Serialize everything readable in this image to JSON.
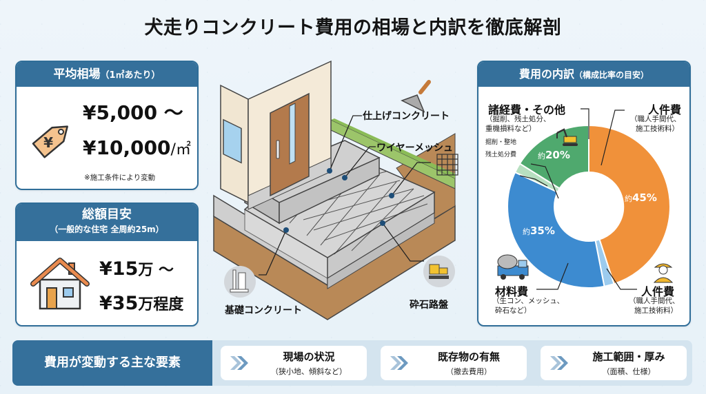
{
  "title": "犬走りコンクリート費用の相場と内訳を徹底解剖",
  "average_card": {
    "heading": "平均相場",
    "heading_note": "（1㎡あたり）",
    "price_from": "¥5,000 ～",
    "price_to": "¥10,000",
    "unit": "/㎡",
    "note": "※施工条件により変動",
    "icon": "yen-price-tag-icon"
  },
  "total_card": {
    "heading": "総額目安",
    "heading_note": "（一般的な住宅 全周約25m）",
    "price_from_num": "¥15",
    "price_from_unit": "万 ～",
    "price_to_num": "¥35",
    "price_to_unit": "万程度",
    "icon": "house-icon"
  },
  "illustration": {
    "labels": {
      "finish_concrete": "仕上げコンクリート",
      "wire_mesh": "ワイヤーメッシュ",
      "foundation_concrete": "基礎コンクリート",
      "crushed_stone_base": "砕石路盤"
    },
    "icons": [
      "trowel-icon",
      "mesh-icon",
      "formwork-icon",
      "compactor-icon"
    ]
  },
  "breakdown_card": {
    "heading": "費用の内訳",
    "heading_note": "（構成比率の目安）",
    "segments": {
      "labor": {
        "label": "人件費",
        "sub1": "（職人手間代、",
        "sub2": "施工技術料）",
        "pct_prefix": "約",
        "pct": "45%"
      },
      "material": {
        "label": "材料費",
        "sub1": "（生コン、メッシュ、",
        "sub2": "砕石など）",
        "pct_prefix": "約",
        "pct": "35%"
      },
      "overhead": {
        "label": "諸経費・その他",
        "sub1": "（掘削、残土処分、",
        "sub2": "重機損料など）",
        "pct_prefix": "約",
        "pct": "20%"
      },
      "labor2": {
        "label": "人件費",
        "sub1": "（職人手間代、",
        "sub2": "施工技術料）"
      },
      "excavation": {
        "label": "掘削・整地"
      },
      "soil_disposal": {
        "label": "残土処分費"
      }
    }
  },
  "factors": {
    "title": "費用が変動する主な要素",
    "items": [
      {
        "title": "現場の状況",
        "sub": "（狭小地、傾斜など）"
      },
      {
        "title": "既存物の有無",
        "sub": "（撤去費用）"
      },
      {
        "title": "施工範囲・厚み",
        "sub": "（面積、仕様）"
      }
    ]
  },
  "chart_data": {
    "type": "pie",
    "title": "費用の内訳（構成比率の目安）",
    "categories": [
      "人件費",
      "材料費",
      "諸経費・その他"
    ],
    "values": [
      45,
      35,
      20
    ],
    "sub_segments": [
      {
        "parent": "人件費",
        "label": "人件費（職人手間代、施工技術料）",
        "approx_share": 2
      },
      {
        "parent": "諸経費・その他",
        "label": "掘削・整地",
        "approx_share": 1
      },
      {
        "parent": "諸経費・その他",
        "label": "残土処分費",
        "approx_share": 2
      }
    ],
    "colors": {
      "人件費": "#f0913a",
      "材料費": "#3d8bd0",
      "諸経費・その他": "#4fa96e",
      "light_blue": "#9ccbee",
      "light_green": "#b7dfc0"
    },
    "style": "donut"
  },
  "colors": {
    "header_blue": "#35709b",
    "orange": "#f0913a",
    "blue": "#3d8bd0",
    "green": "#4fa96e"
  }
}
